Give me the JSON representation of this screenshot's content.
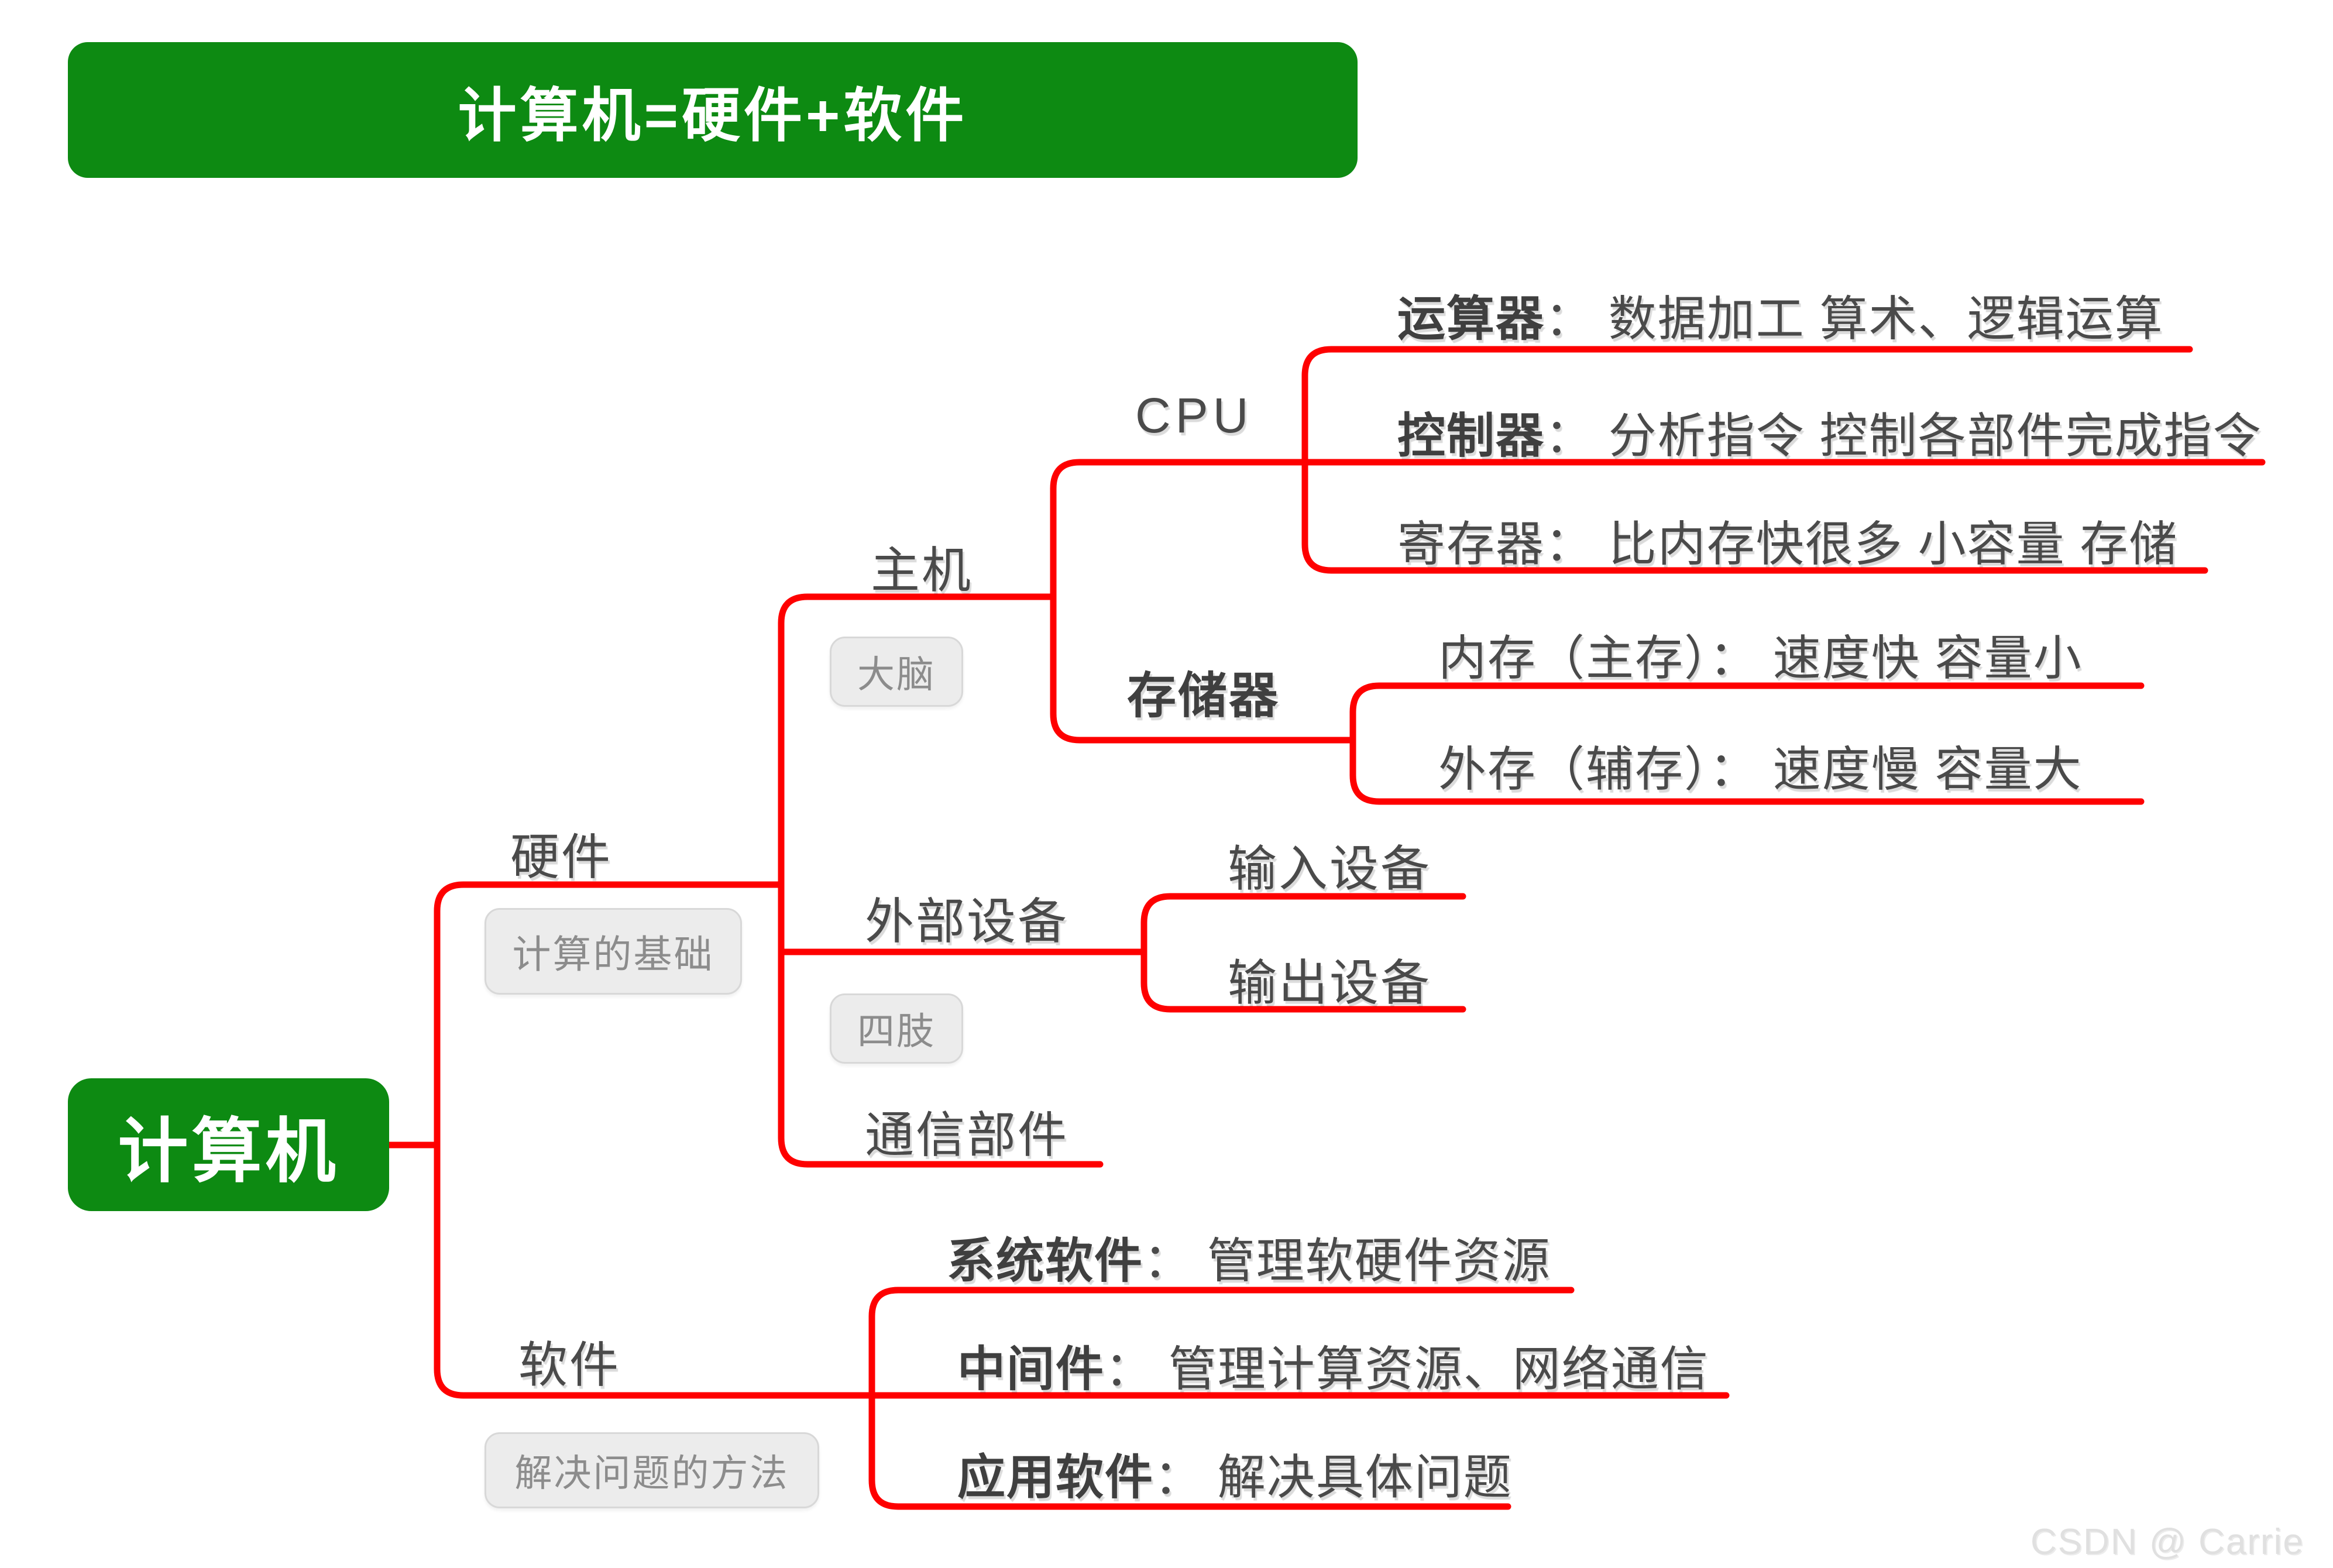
{
  "banner": {
    "text": "计算机=硬件+软件"
  },
  "root": {
    "text": "计算机"
  },
  "colors": {
    "green": "#0D8A12",
    "red": "#FE0000",
    "label_text": "#4A4A4A",
    "callout_text": "#8C8C8C"
  },
  "branches": {
    "hardware": {
      "label": "硬件",
      "note": "计算的基础"
    },
    "software": {
      "label": "软件",
      "note": "解决问题的方法"
    }
  },
  "hardware": {
    "host": {
      "label": "主机",
      "note": "大脑"
    },
    "cpu": {
      "label": "CPU"
    },
    "cpu_children": {
      "alu": {
        "term": "运算器",
        "rest": "： 数据加工 算术、逻辑运算"
      },
      "cu": {
        "term": "控制器",
        "rest": "： 分析指令 控制各部件完成指令"
      },
      "reg": {
        "term": "寄存器",
        "rest": "： 比内存快很多 小容量 存储"
      }
    },
    "memory": {
      "label": "存储器"
    },
    "memory_children": {
      "ram": {
        "text": "内存（主存）： 速度快 容量小"
      },
      "ext": {
        "text": "外存（辅存）： 速度慢 容量大"
      }
    },
    "peripheral": {
      "label": "外部设备",
      "note": "四肢"
    },
    "peripheral_children": {
      "input": {
        "label": "输入设备"
      },
      "output": {
        "label": "输出设备"
      }
    },
    "comm": {
      "label": "通信部件"
    }
  },
  "software": {
    "system": {
      "term": "系统软件",
      "rest": "： 管理软硬件资源"
    },
    "middleware": {
      "term": "中间件",
      "rest": "： 管理计算资源、网络通信"
    },
    "application": {
      "term": "应用软件",
      "rest": "： 解决具体问题"
    }
  },
  "watermark": {
    "text": "CSDN @ Carrie"
  }
}
